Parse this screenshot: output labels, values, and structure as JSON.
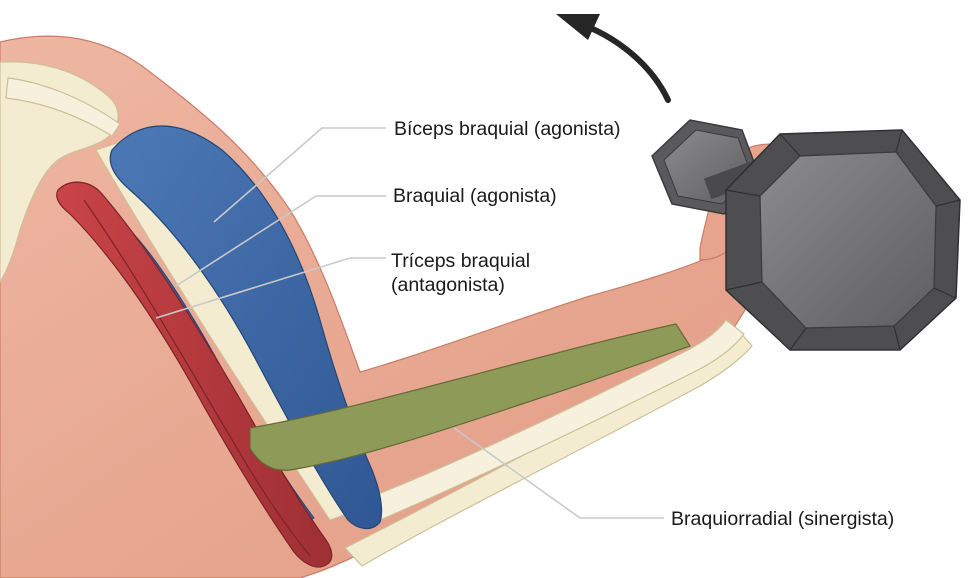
{
  "diagram": {
    "labels": {
      "biceps": "Bíceps braquial (agonista)",
      "braquial": "Braquial (agonista)",
      "triceps_line1": "Tríceps braquial",
      "triceps_line2": "(antagonista)",
      "braquiorradial": "Braquiorradial (sinergista)"
    },
    "colors": {
      "skin": "#e9a892",
      "skin_shadow": "#dc9079",
      "bone": "#f3ecd1",
      "biceps_blue": "#3f6aa6",
      "triceps_red": "#b83b3e",
      "brachioradialis_olive": "#8e9a58",
      "dumbbell_gray": "#6f6f71",
      "leader_line": "#c9c9c9"
    },
    "icons": [
      "curved-arrow-icon",
      "dumbbell-icon"
    ]
  }
}
